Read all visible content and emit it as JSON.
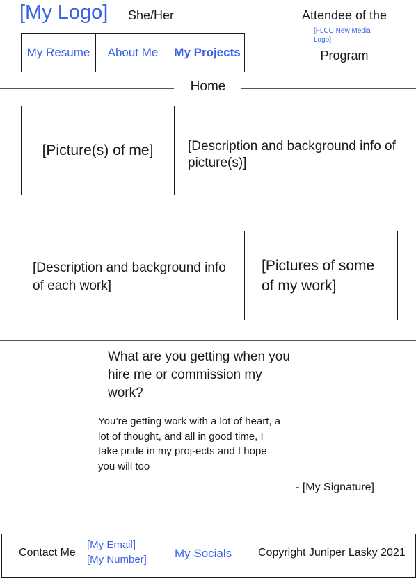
{
  "header": {
    "logo": "[My Logo]",
    "pronouns": "She/Her",
    "attendee_text": "Attendee of the",
    "program_logo": "[FLCC New Media Logo]",
    "program_text": "Program"
  },
  "nav": {
    "items": [
      {
        "label": "My Resume"
      },
      {
        "label": "About Me"
      },
      {
        "label": "My Projects"
      }
    ]
  },
  "divider": {
    "home_label": "Home"
  },
  "section_intro": {
    "picture_placeholder": "[Picture(s) of me]",
    "description": "[Description and background info of picture(s)]"
  },
  "section_work": {
    "description": "[Description and background info of each work]",
    "pictures_placeholder": "[Pictures of some of my work]"
  },
  "section_pitch": {
    "question": "What are you getting when you hire me or commission my work?",
    "answer": "You’re getting work with a lot of heart, a lot of thought, and all in good time, I take pride in my proj-ects and I hope you will too",
    "signature": "- [My Signature]"
  },
  "footer": {
    "contact_label": "Contact Me",
    "email": "[My Email]",
    "number": "[My Number]",
    "socials": "My Socials",
    "copyright": "Copyright Juniper Lasky 2021"
  },
  "colors": {
    "accent": "#3a63e8",
    "text": "#1a1a1a",
    "rule": "#555555"
  }
}
